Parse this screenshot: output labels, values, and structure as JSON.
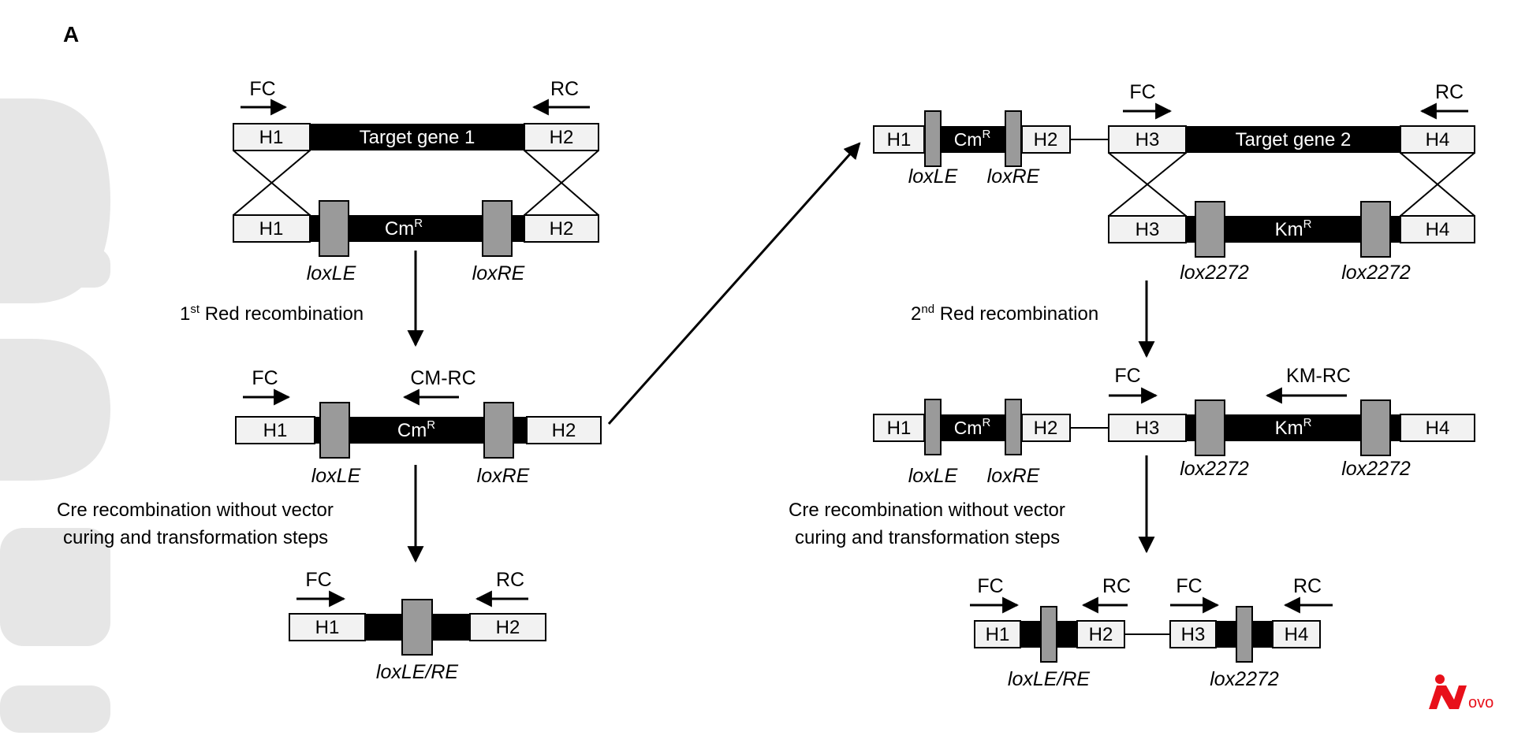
{
  "panel_letter": "A",
  "primers": {
    "fc": "FC",
    "rc": "RC",
    "cm_rc": "CM-RC",
    "km_rc": "KM-RC"
  },
  "homology": {
    "h1": "H1",
    "h2": "H2",
    "h3": "H3",
    "h4": "H4"
  },
  "genes": {
    "target1": "Target gene 1",
    "target2": "Target gene 2"
  },
  "markers": {
    "cm": "Cm",
    "km": "Km",
    "resistance_sup": "R"
  },
  "lox_sites": {
    "loxle": "loxLE",
    "loxre": "loxRE",
    "lox2272": "lox2272",
    "loxle_re": "loxLE/RE"
  },
  "steps": {
    "red1_sup": "st",
    "red1_prefix": "1",
    "red1_text": " Red recombination",
    "red2_sup": "nd",
    "red2_prefix": "2",
    "red2_text": " Red recombination",
    "cre_line1": "Cre recombination without vector",
    "cre_line2": "curing and transformation steps"
  },
  "watermark": {
    "text": "ovo"
  },
  "colors": {
    "black": "#000000",
    "box_fill": "#f2f2f2",
    "lox_gray": "#9a9a9a",
    "watermark_red": "#e8101a",
    "watermark_gray": "#d9d9d9"
  }
}
